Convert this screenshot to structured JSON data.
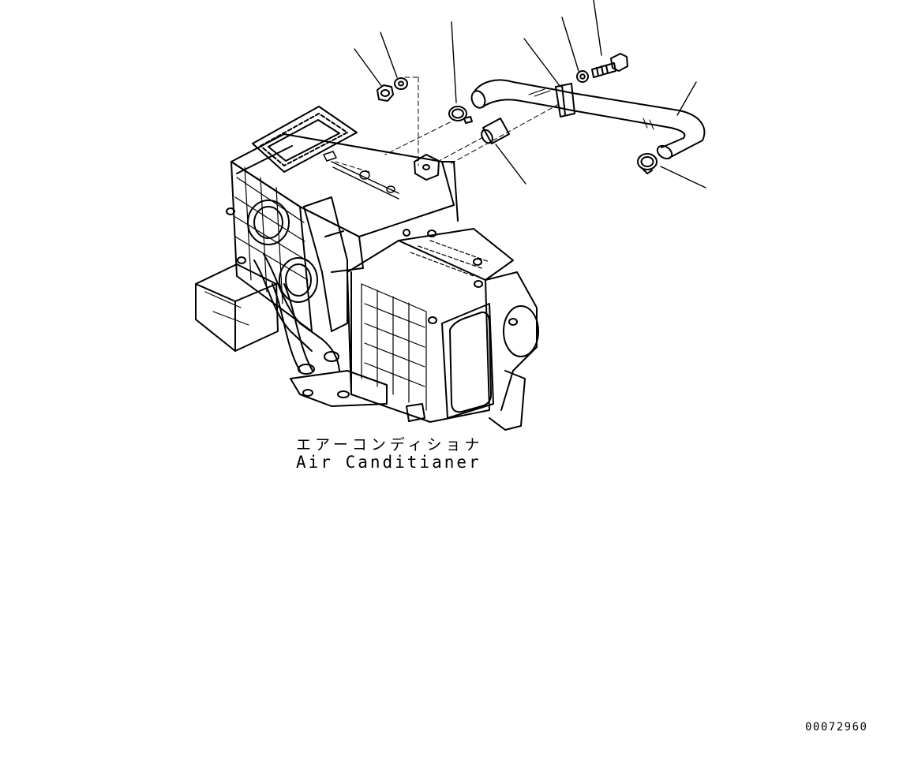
{
  "diagram": {
    "component_label_jp": "エアーコンディショナ",
    "component_label_en": "Air Canditianer",
    "drawing_number": "00072960"
  },
  "colors": {
    "line": "#000000",
    "background": "#ffffff"
  }
}
